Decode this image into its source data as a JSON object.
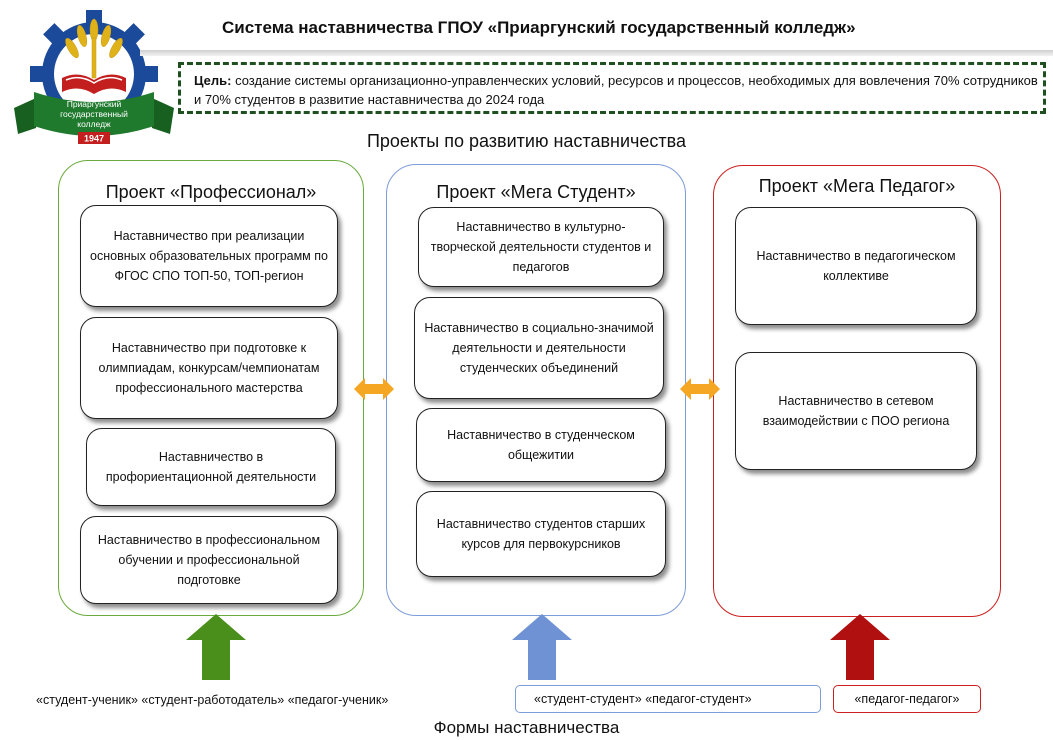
{
  "logo": {
    "icon": "college-emblem-icon",
    "ribbon_line1": "Приаргунский",
    "ribbon_line2": "государственный",
    "ribbon_line3": "колледж",
    "year": "1947",
    "colors": {
      "gear": "#1b4a9a",
      "wheat": "#e0b21a",
      "ribbon": "#1f7a2e",
      "book": "#c41f1f"
    }
  },
  "header": {
    "title": "Система наставничества ГПОУ «Приаргунский государственный колледж»",
    "goal_label": "Цель:",
    "goal_text": " создание системы организационно-управленческих условий, ресурсов и процессов, необходимых для вовлечения 70% сотрудников и 70% студентов в развитие наставничества до 2024 года",
    "subtitle": "Проекты по развитию наставничества"
  },
  "projects": [
    {
      "title": "Проект «Профессионал»",
      "color": "#6aaa3c",
      "items": [
        "Наставничество при реализации основных образовательных программ по ФГОС СПО ТОП-50, ТОП-регион",
        "Наставничество при подготовке к олимпиадам, конкурсам/чемпионатам профессионального мастерства",
        "Наставничество в профориентационной деятельности",
        "Наставничество в профессиональном обучении и профессиональной подготовке"
      ]
    },
    {
      "title": "Проект «Мега Студент»",
      "color": "#7d9cd8",
      "items": [
        "Наставничество в культурно-творческой деятельности студентов и педагогов",
        "Наставничество в социально-значимой деятельности и деятельности студенческих объединений",
        "Наставничество в студенческом общежитии",
        "Наставничество студентов старших курсов для первокурсников"
      ]
    },
    {
      "title": "Проект «Мега Педагог»",
      "color": "#cc1f1f",
      "items": [
        "Наставничество в педагогическом коллективе",
        "Наставничество в сетевом взаимодействии с ПОО региона"
      ]
    }
  ],
  "connectors": {
    "double_arrow_color": "#f5a623"
  },
  "arrows": [
    {
      "color": "#4a8f1c"
    },
    {
      "color": "#6f92d4"
    },
    {
      "color": "#b01010"
    }
  ],
  "forms": {
    "green_group": "«студент-ученик» «студент-работодатель» «педагог-ученик»",
    "blue_group": "«студент-студент»  «педагог-студент»",
    "red_group": "«педагог-педагог»",
    "caption": "Формы наставничества"
  }
}
